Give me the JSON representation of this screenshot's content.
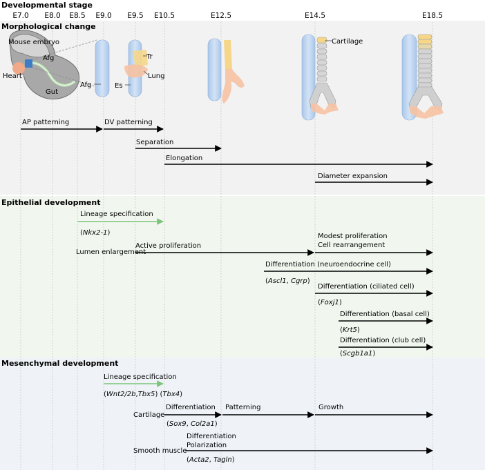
{
  "header": {
    "title": "Developmental stage"
  },
  "stages": [
    {
      "label": "E7.0"
    },
    {
      "label": "E8.0"
    },
    {
      "label": "E8.5"
    },
    {
      "label": "E9.0"
    },
    {
      "label": "E9.5"
    },
    {
      "label": "E10.5"
    },
    {
      "label": "E12.5"
    },
    {
      "label": "E14.5"
    },
    {
      "label": "E18.5"
    }
  ],
  "sections": {
    "morph": {
      "title": "Morphological change",
      "color": "#f2f2f2"
    },
    "epi": {
      "title": "Epithelial development",
      "color": "#f1f7ee"
    },
    "mes": {
      "title": "Mesenchymal development",
      "color": "#eff3f8"
    }
  },
  "illustration": {
    "embryo": "Mouse embryo",
    "afg": "Afg",
    "heart": "Heart",
    "gut": "Gut",
    "afg2": "Afg",
    "tr": "Tr",
    "es": "Es",
    "lung": "Lung",
    "cartilage": "Cartilage"
  },
  "morph_rows": {
    "ap": "AP patterning",
    "dv": "DV patterning",
    "separation": "Separation",
    "elongation": "Elongation",
    "diameter": "Diameter expansion"
  },
  "epi_rows": {
    "lineage": "Lineage specification",
    "lineage_gene": "Nkx2-1",
    "lumen": "Lumen enlargement",
    "active": "Active proliferation",
    "modest_1": "Modest proliferation",
    "modest_2": "Cell rearrangement",
    "diff_ne": "Differentiation (neuroendocrine cell)",
    "diff_ne_g1": "Ascl1",
    "diff_ne_g2": "Cgrp",
    "diff_cil": "Differentiation (ciliated cell)",
    "diff_cil_g": "Foxj1",
    "diff_basal": "Differentiation (basal cell)",
    "diff_basal_g": "Krt5",
    "diff_club": "Differentiation (club cell)",
    "diff_club_g": "Scgb1a1"
  },
  "mes_rows": {
    "lineage": "Lineage specification",
    "lin_g1": "Wnt2/2b",
    "lin_g2": "Tbx5",
    "lin_g3": "Tbx4",
    "cartilage": "Cartilage",
    "cart_diff": "Differentiation",
    "cart_g1": "Sox9",
    "cart_g2": "Col2a1",
    "patterning": "Patterning",
    "growth": "Growth",
    "smooth": "Smooth muscle",
    "sm_diff_1": "Differentiation",
    "sm_diff_2": "Polarization",
    "sm_g1": "Acta2",
    "sm_g2": "Tagln"
  },
  "colors": {
    "arrow": "#000000",
    "lineage_arrow": "#7cc47a",
    "tube": "#bcd3ef",
    "tube_edge": "#8fb0d8",
    "trachea": "#f6d78a",
    "lung": "#f6c2a2",
    "heart": "#f0a989",
    "embryo": "#9a9a9a",
    "gut": "#b9e0b0",
    "afg": "#3e7cc8",
    "cartilage_ring": "#a8a8a8"
  }
}
